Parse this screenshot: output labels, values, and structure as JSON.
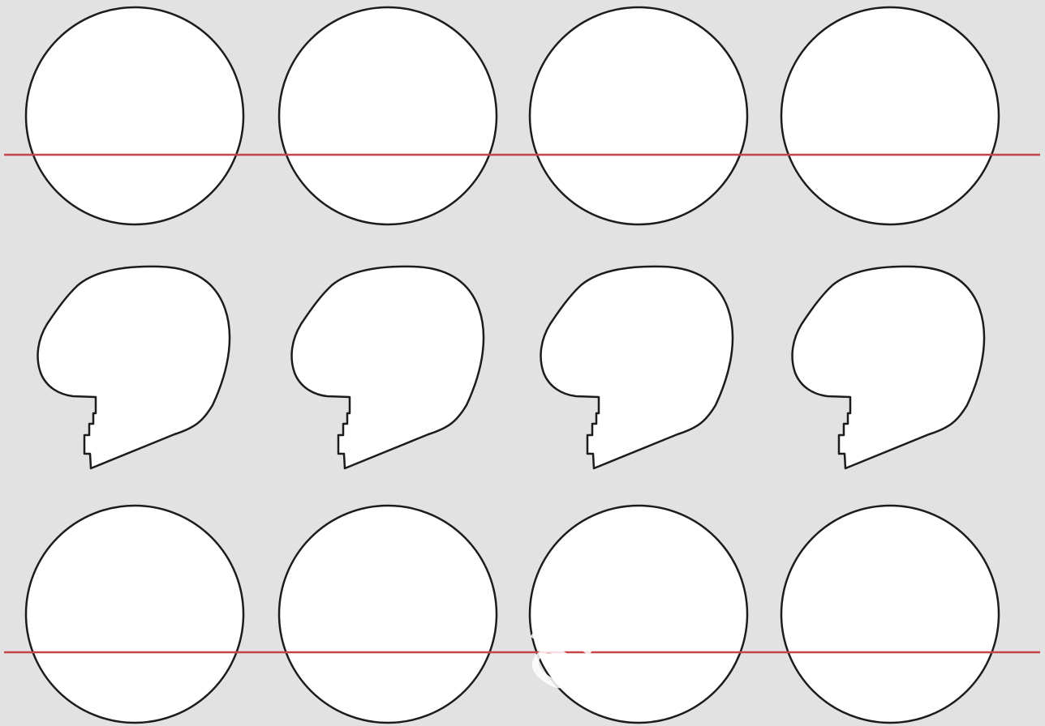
{
  "background_color": "#e2e2e2",
  "shape_fill": "#ffffff",
  "outline_color": "#1c1c1c",
  "guide_line_color": "#c8424a",
  "rows": [
    {
      "name": "circle-row-top",
      "shape": "circle",
      "count": 4,
      "has_guide_line": true
    },
    {
      "name": "head-profile-row",
      "shape": "head-profile",
      "count": 4,
      "has_guide_line": false
    },
    {
      "name": "circle-row-bottom",
      "shape": "circle",
      "count": 4,
      "has_guide_line": true
    }
  ],
  "watermark": {
    "text": "dn.ua"
  }
}
